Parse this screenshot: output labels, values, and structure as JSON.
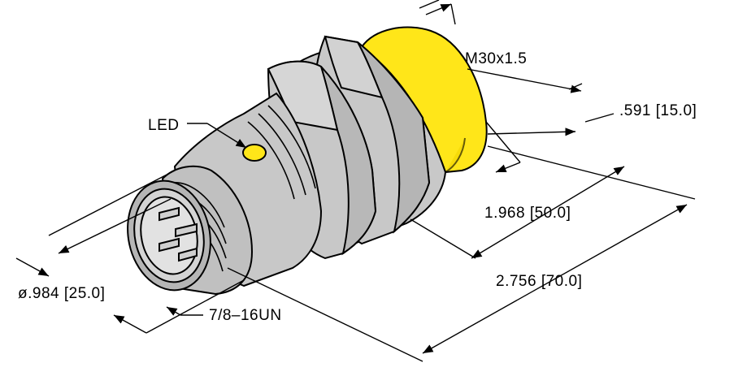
{
  "labels": {
    "led": "LED",
    "thread_main": "M30x1.5",
    "face_length": ".591  [15.0]",
    "body_length": "1.968  [50.0]",
    "overall_length": "2.756  [70.0]",
    "diameter": "ø.984  [25.0]",
    "connector_thread": "7/8–16UN"
  },
  "colors": {
    "sensor_face": "#FFE619",
    "body": "#C8C8C8",
    "body_dark": "#A8A8A8",
    "body_light": "#DADADA",
    "led": "#FFE619",
    "line": "#000000"
  }
}
